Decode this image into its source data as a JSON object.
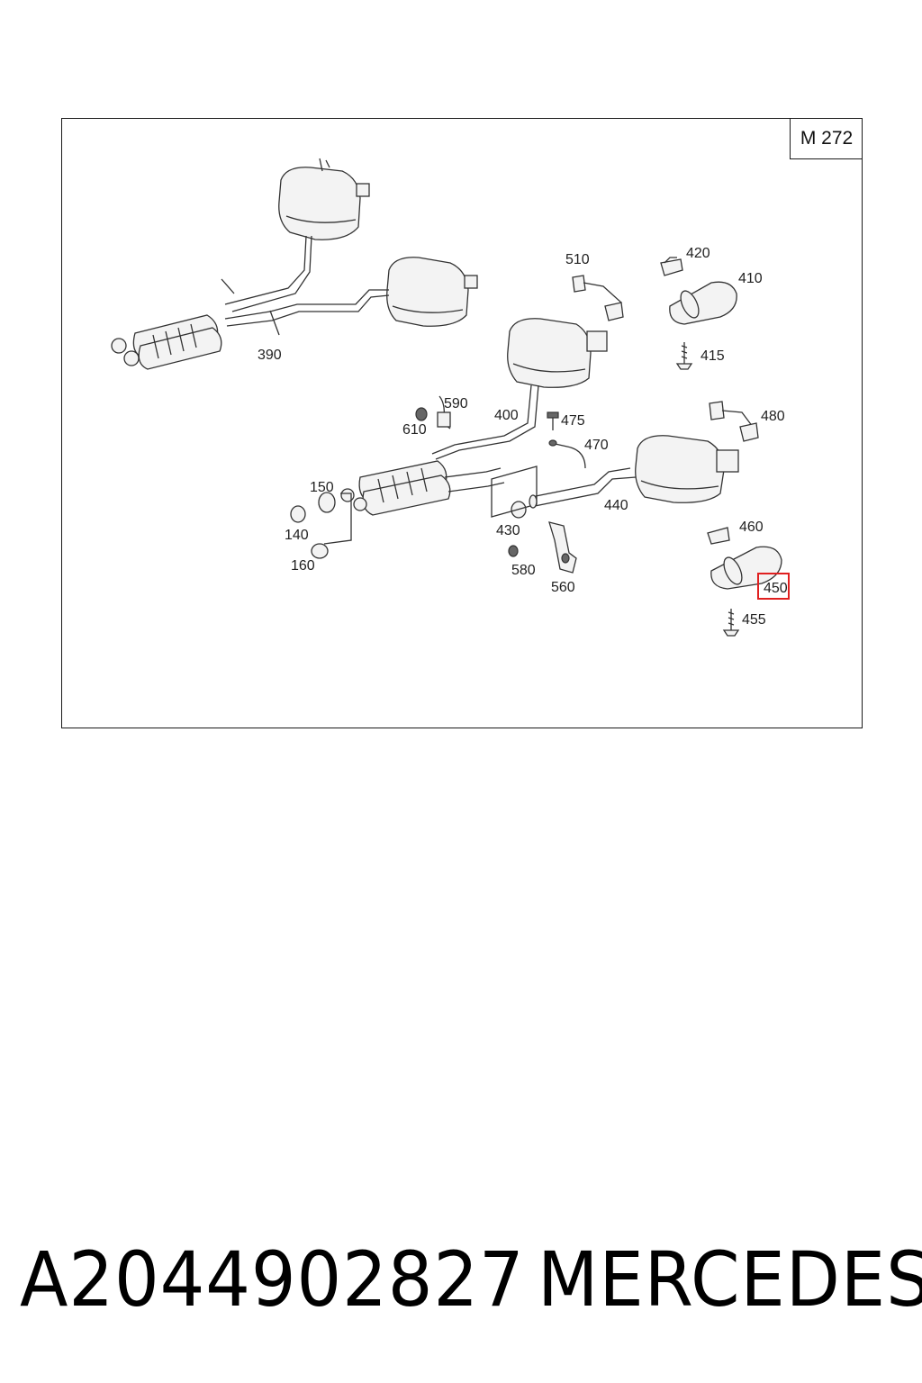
{
  "diagram": {
    "engine_code": "M 272",
    "callouts": [
      "390",
      "510",
      "420",
      "410",
      "415",
      "590",
      "610",
      "400",
      "475",
      "470",
      "480",
      "150",
      "140",
      "160",
      "430",
      "440",
      "460",
      "580",
      "560",
      "450",
      "455"
    ],
    "highlighted_callout": "450",
    "highlight_color": "#e02020"
  },
  "footer": {
    "part_number": "A2044902827",
    "brand": "MERCEDES"
  }
}
